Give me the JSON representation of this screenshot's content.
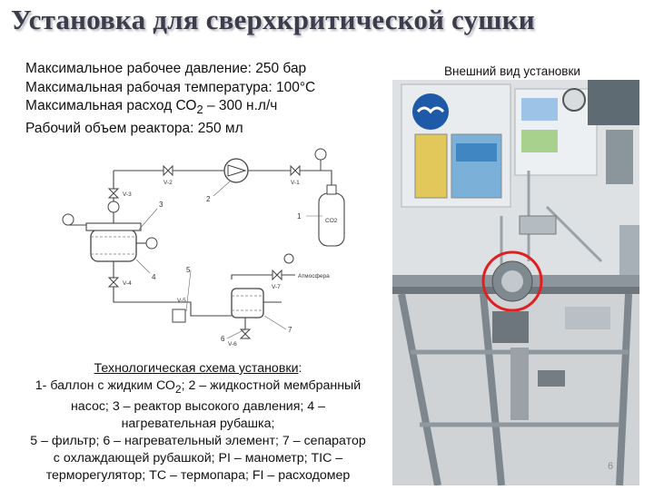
{
  "slide": {
    "title": "Установка для сверхкритической сушки",
    "page_number": "6"
  },
  "specs": {
    "pressure": "Максимальное рабочее давление: 250 бар",
    "temperature": "Максимальная рабочая температура: 100°С",
    "flow_prefix": "Максимальная расход СО",
    "flow_sub": "2",
    "flow_suffix": " – 300 н.л/ч",
    "volume": "Рабочий объем реактора: 250 мл"
  },
  "photo": {
    "caption": "Внешний вид установки"
  },
  "schema": {
    "callouts": [
      "1",
      "2",
      "3",
      "4",
      "5",
      "6",
      "7"
    ],
    "valves": {
      "v1": "V-1",
      "v2": "V-2",
      "v3": "V-3",
      "v4": "V-4",
      "v5": "V-5",
      "v6": "V-6",
      "v7": "V-7"
    },
    "cylinder_label": "CO2",
    "atmosphere_label": "Атмосфера"
  },
  "caption": {
    "title": "Технологическая схема установки",
    "colon": ":",
    "line1_prefix": "1- баллон с жидким СО",
    "line1_sub": "2",
    "line1_suffix": "; 2 – жидкостной мембранный",
    "line2": "насос; 3 – реактор высокого давления; 4 –",
    "line3": "нагревательная рубашка;",
    "line4": "5 – фильтр; 6 – нагревательный элемент; 7 – сепаратор",
    "line5": "с охлаждающей рубашкой; PI – манометр; TIC –",
    "line6": "терморегулятор; TC – термопара; FI – расходомер"
  },
  "colors": {
    "title_text": "#3c3c4a",
    "highlight_circle": "#e02020"
  }
}
